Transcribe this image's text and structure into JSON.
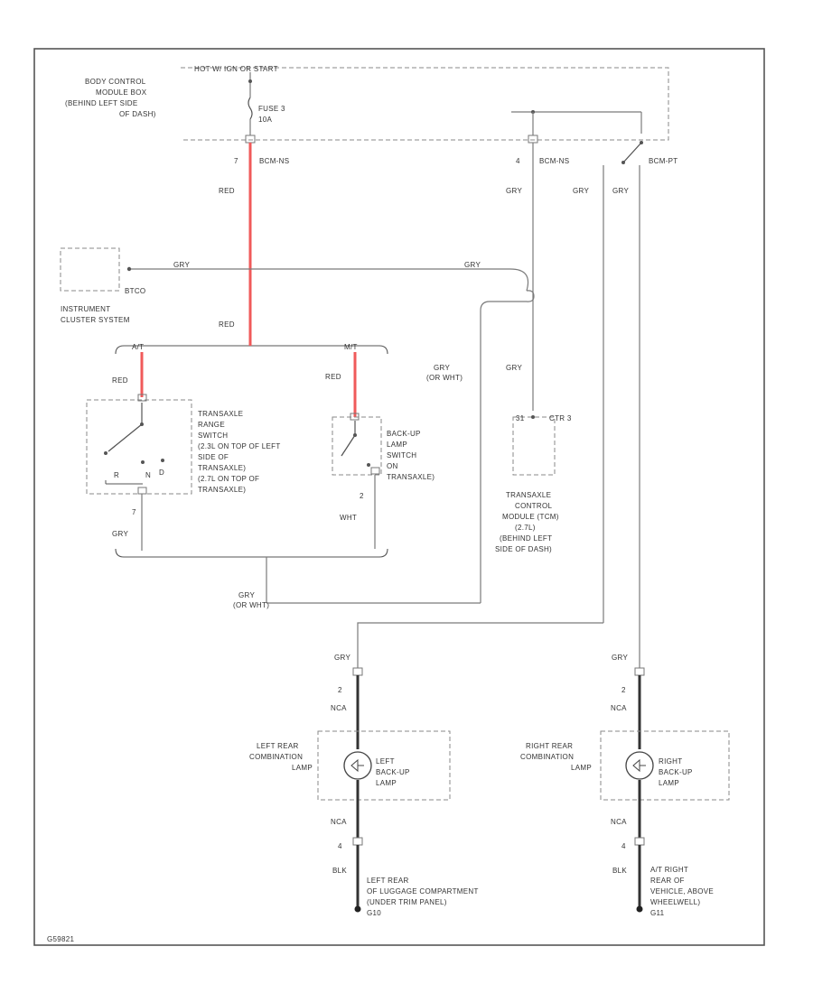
{
  "labels": {
    "hot_label": "HOT W/ IGN OR START",
    "fuse_block": [
      "BODY CONTROL",
      "MODULE BOX",
      "(BEHIND LEFT SIDE",
      "OF DASH)"
    ],
    "fuse": [
      "FUSE 3",
      "10A"
    ],
    "conn_left": "BCM-NS",
    "conn_mid": "BCM-NS",
    "conn_right": "BCM-PT",
    "pin_7": "7",
    "pin_4": "4",
    "instrument_cluster": [
      "INSTRUMENT",
      "CLUSTER SYSTEM"
    ],
    "cluster_conn": "BTCO",
    "range_switch": [
      "TRANSAXLE",
      "RANGE",
      "SWITCH",
      "(2.3L ON TOP OF LEFT",
      "SIDE OF",
      "TRANSAXLE)",
      "(2.7L ON TOP OF",
      "TRANSAXLE)"
    ],
    "range_positions": [
      "R",
      "N",
      "D"
    ],
    "range_pin": "7",
    "at_label": "A/T",
    "mt_label": "M/T",
    "backup_switch": [
      "BACK-UP",
      "LAMP",
      "SWITCH",
      "ON",
      "TRANSAXLE)"
    ],
    "backup_pin": "2",
    "tcm": [
      "TRANSAXLE",
      "CONTROL",
      "MODULE (TCM)",
      "(2.7L)",
      "(BEHIND LEFT",
      "SIDE OF DASH)"
    ],
    "tcm_conn": "CTR 3",
    "tcm_pin": "31",
    "left_lamp_label": [
      "LEFT REAR",
      "COMBINATION",
      "LAMP"
    ],
    "left_bulb": [
      "LEFT",
      "BACK-UP",
      "LAMP"
    ],
    "right_lamp_label": [
      "RIGHT REAR",
      "COMBINATION",
      "LAMP"
    ],
    "right_bulb": [
      "RIGHT",
      "BACK-UP",
      "LAMP"
    ],
    "lamp_pin_top": "2",
    "lamp_pin_bottom": "4",
    "left_ground": [
      "LEFT REAR",
      "OF LUGGAGE COMPARTMENT",
      "(UNDER TRIM PANEL)",
      "G10"
    ],
    "right_ground": [
      "A/T RIGHT",
      "REAR OF",
      "VEHICLE, ABOVE",
      "WHEELWELL)",
      "G11"
    ],
    "page_id": "G59821"
  },
  "wire_colors": {
    "red": "RED",
    "gry": "GRY",
    "wht": "WHT",
    "blk": "BLK",
    "nca": "NCA",
    "gry_or_wht": "GRY",
    "or_wht": "(OR WHT)"
  },
  "colors": {
    "red_wire": "#f05a5a",
    "wire": "#7a7a7a",
    "lamp_wire": "#333333"
  }
}
